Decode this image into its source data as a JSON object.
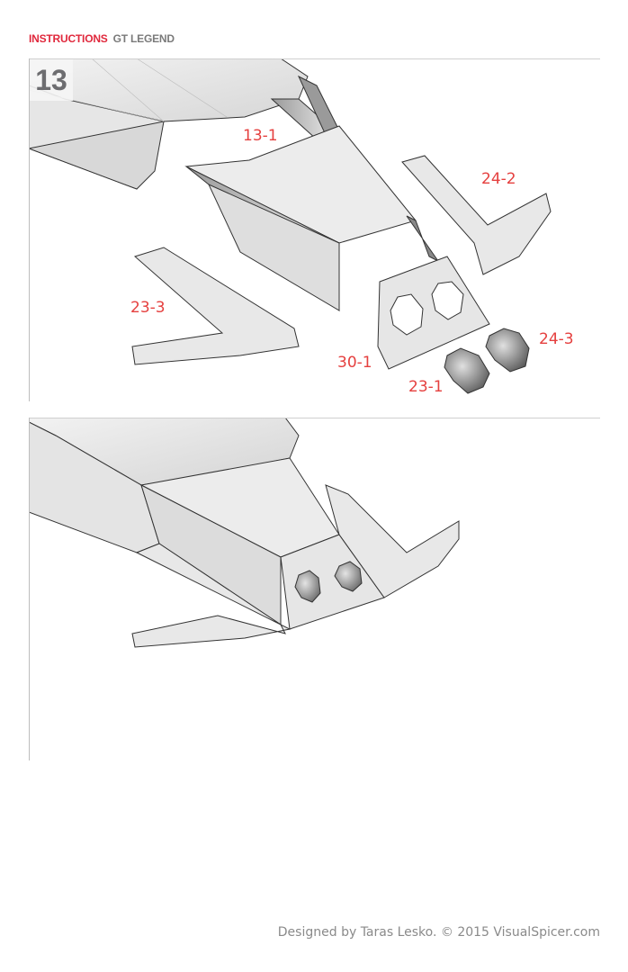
{
  "header": {
    "section": "INSTRUCTIONS",
    "title": "GT LEGEND"
  },
  "steps": [
    {
      "number": "13",
      "part_labels": {
        "p13_1": "13-1",
        "p24_2": "24-2",
        "p23_3": "23-3",
        "p24_3": "24-3",
        "p30_1": "30-1",
        "p23_1": "23-1"
      }
    },
    {
      "number": ""
    }
  ],
  "colors": {
    "accent": "#e0283c",
    "label": "#e5403f",
    "header_gray": "#7a7a7a"
  },
  "footer": {
    "credit": "Designed by Taras Lesko. © 2015 VisualSpicer.com"
  }
}
